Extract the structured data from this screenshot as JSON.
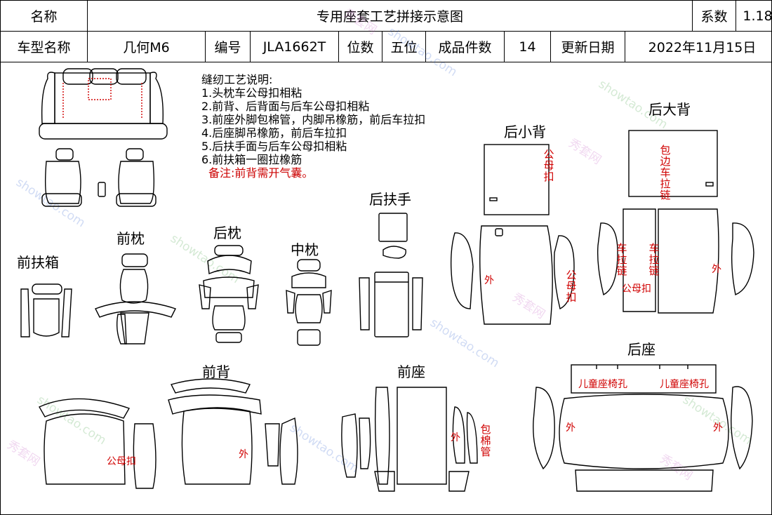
{
  "header": {
    "name_label": "名称",
    "title": "专用座套工艺拼接示意图",
    "coef_label": "系数",
    "coef_value": "1.18",
    "model_label": "车型名称",
    "model_value": "几何M6",
    "code_label": "编号",
    "code_value": "JLA1662T",
    "seats_label": "位数",
    "seats_value": "五位",
    "pieces_label": "成品件数",
    "pieces_value": "14",
    "date_label": "更新日期",
    "date_value": "2022年11月15日"
  },
  "notes": {
    "title": "缝纫工艺说明:",
    "items": [
      "1.头枕车公母扣相粘",
      "2.前背、后背面与后车公母扣相粘",
      "3.前座外脚包棉管，内脚吊橡筋，前后车拉扣",
      "4.后座脚吊橡筋，前后车拉扣",
      "5.后扶手面与后车公母扣相粘",
      "6.前扶箱一圈拉橡筋"
    ],
    "remark": "备注:前背需开气囊。"
  },
  "parts": {
    "front_armbox": "前扶箱",
    "front_headrest": "前枕",
    "rear_headrest": "后枕",
    "middle_headrest": "中枕",
    "rear_armrest": "后扶手",
    "rear_small_back": "后小背",
    "rear_big_back": "后大背",
    "front_back": "前背",
    "front_seat": "前座",
    "rear_seat": "后座"
  },
  "annotations": {
    "snap": "公母扣",
    "outer": "外",
    "zip_wrap": "包边车拉链",
    "pull_zip": "车拉链",
    "child_seat_hole": "儿童座椅孔",
    "cotton_tube": "包棉管"
  },
  "watermark": {
    "cn": "秀套网",
    "url": "showtao.com"
  },
  "colors": {
    "line": "#000000",
    "annotation": "#d00000"
  }
}
